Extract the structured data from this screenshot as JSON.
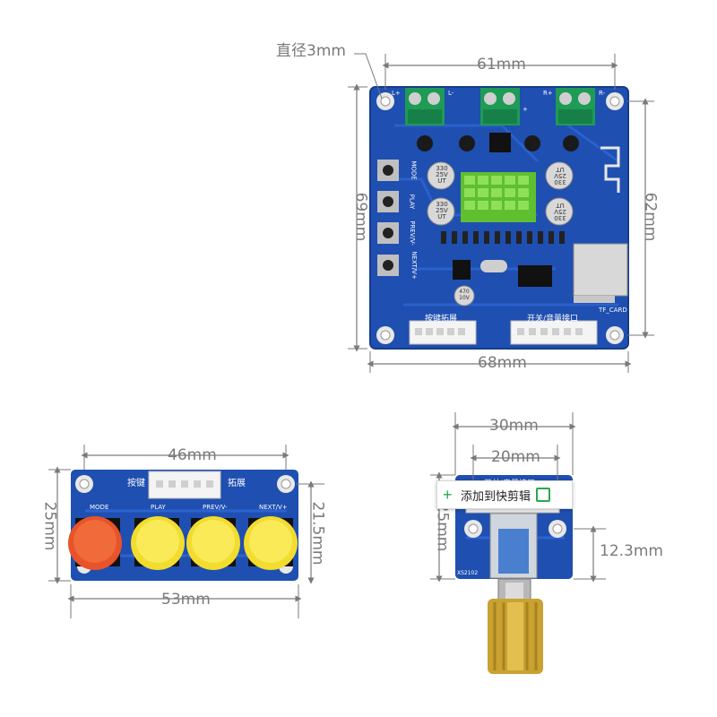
{
  "dimensions": {
    "hole_diameter": "直径3mm",
    "main_hole_spacing_w": "61mm",
    "main_width": "68mm",
    "main_height": "69mm",
    "main_hole_spacing_h": "62mm",
    "button_hole_spacing_w": "46mm",
    "button_width": "53mm",
    "button_height": "25mm",
    "button_hole_spacing_h": "21.5mm",
    "pot_width": "30mm",
    "pot_hole_spacing_w": "20mm",
    "pot_height": "25mm",
    "pot_offset": "12.3mm"
  },
  "main_board": {
    "buttons": [
      "MODE",
      "PLAY",
      "PREV/V-",
      "NEXT/V+"
    ],
    "cap_labels": [
      "330\n25V\nUT",
      "330\n25V\nUT",
      "330\n25V\nUT",
      "330\n25V\nUT"
    ],
    "small_cap_label": "470\n10V",
    "connector_left_label": "按键拓展",
    "connector_right_label": "开关/音量接口",
    "tf_label": "TF_CARD",
    "terminal_labels": [
      "L-",
      "L+",
      "+",
      "R+",
      "R-"
    ]
  },
  "button_board": {
    "header_label_left": "按键",
    "header_label_right": "拓展",
    "button_labels": [
      "MODE",
      "PLAY",
      "PREV/V-",
      "NEXT/V+"
    ]
  },
  "pot_board": {
    "top_label": "开关/音量接口",
    "bottom_label": "XS2102"
  },
  "popup": {
    "text": "添加到快剪辑"
  },
  "colors": {
    "pcb": "#1f4fb0",
    "pcb_trace": "#2c63d0",
    "terminal": "#1e9b55",
    "heatsink": "#6acb3a",
    "button_yellow": "#f7e33a",
    "button_red": "#e8532a",
    "knob_gold": "#c9a232",
    "dimension_line": "#7a7a7a"
  }
}
